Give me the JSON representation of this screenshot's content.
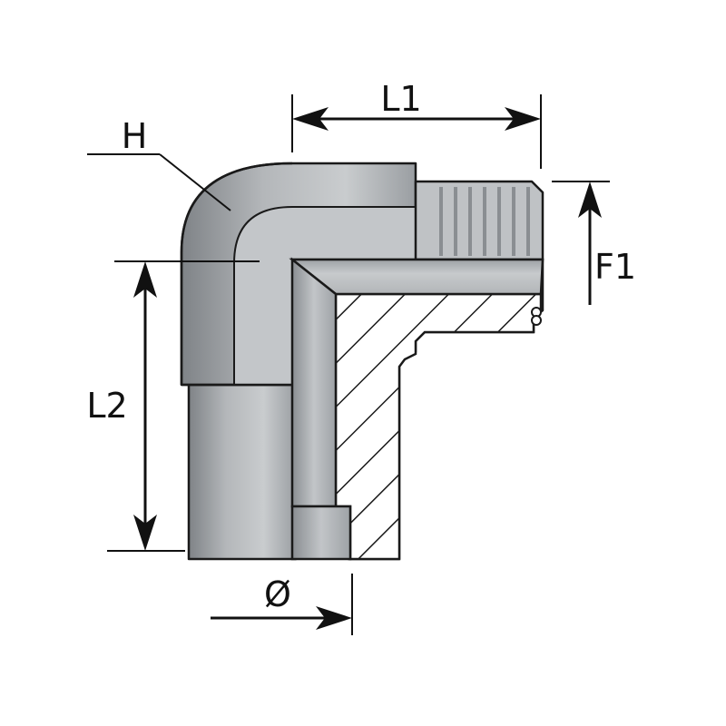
{
  "diagram": {
    "labels": {
      "hex": "H",
      "length_1": "L1",
      "length_2": "L2",
      "thread": "F1",
      "diameter": "Ø"
    },
    "colors": {
      "body_light": "#c4c7ca",
      "body_mid": "#a9adb1",
      "body_dark": "#8d9195",
      "thread": "#b9bcbf",
      "line": "#1a1a1a",
      "background": "#ffffff"
    }
  }
}
